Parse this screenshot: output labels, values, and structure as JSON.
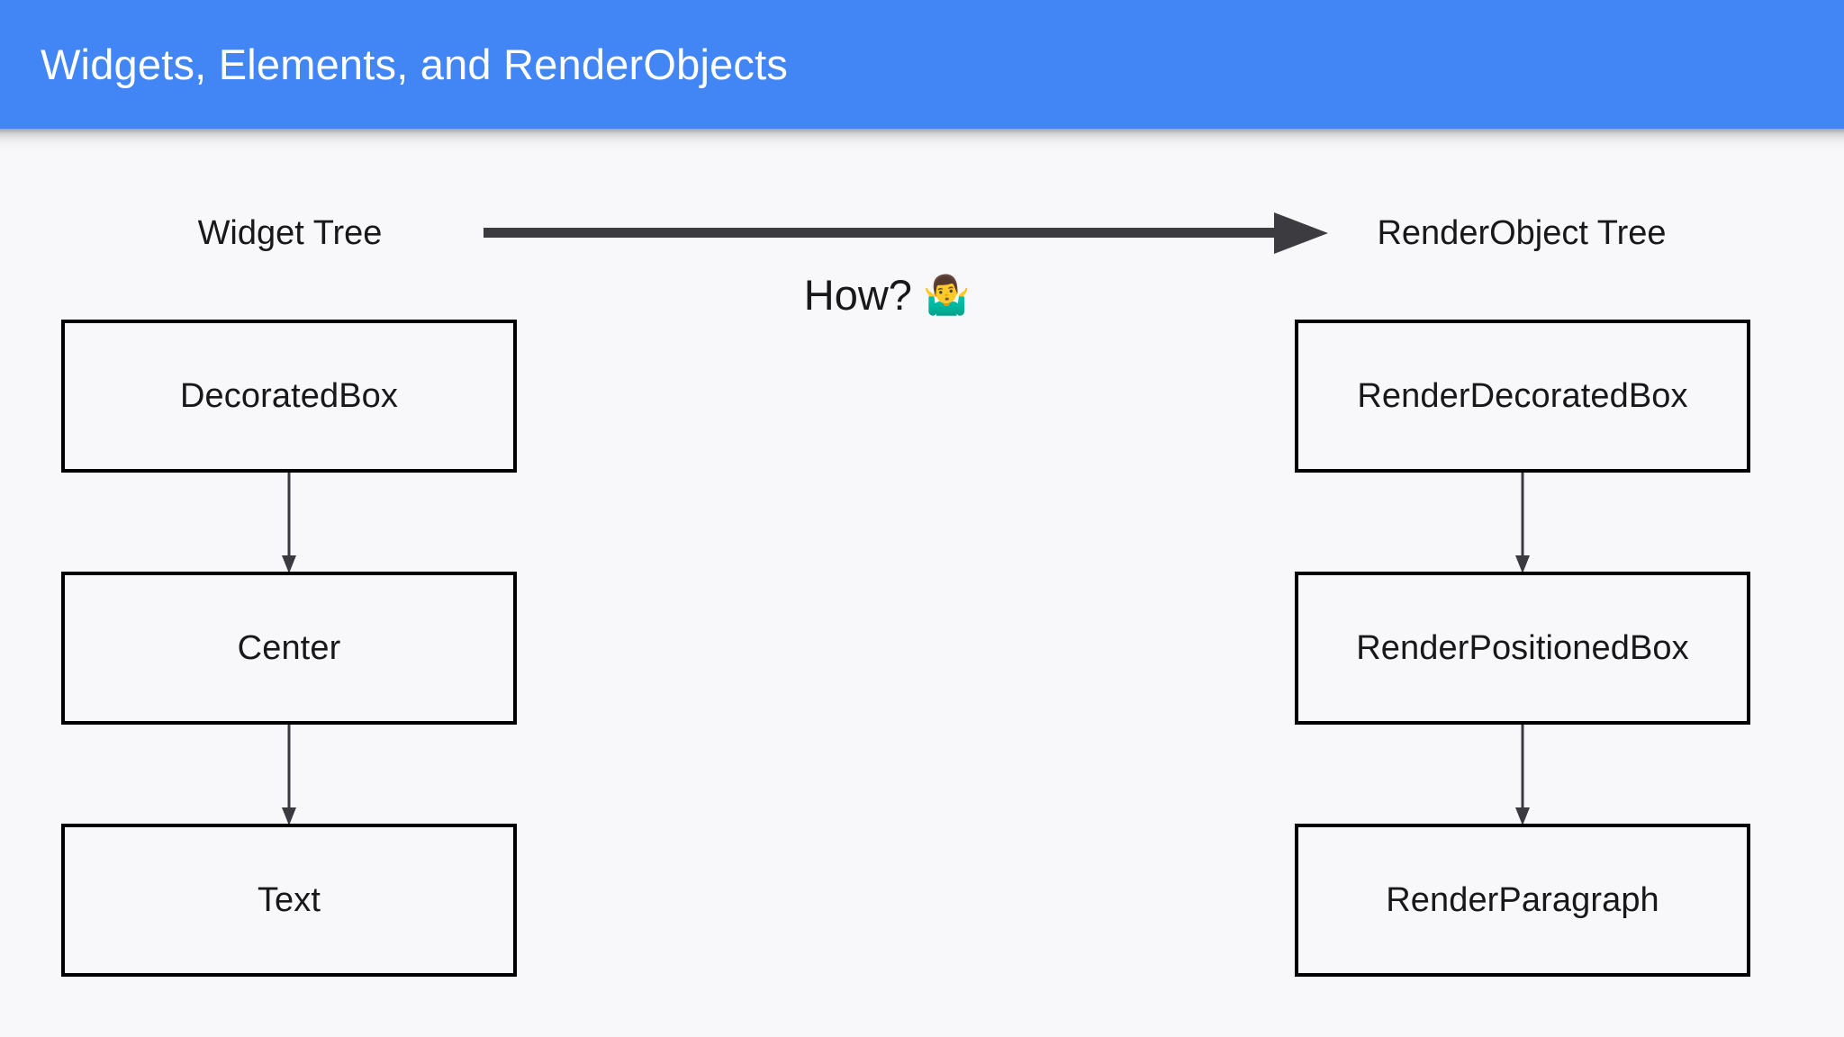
{
  "header": {
    "title": "Widgets, Elements, and RenderObjects",
    "background_color": "#4285F4",
    "text_color": "#FFFFFF"
  },
  "canvas": {
    "background_color": "#F8F7FA",
    "stroke_color": "#000000",
    "arrow_color": "#3C3C40",
    "connector_color": "#3A3A40"
  },
  "diagram": {
    "left_column": {
      "heading": "Widget Tree",
      "nodes": [
        {
          "label": "DecoratedBox"
        },
        {
          "label": "Center"
        },
        {
          "label": "Text"
        }
      ]
    },
    "right_column": {
      "heading": "RenderObject Tree",
      "nodes": [
        {
          "label": "RenderDecoratedBox"
        },
        {
          "label": "RenderPositionedBox"
        },
        {
          "label": "RenderParagraph"
        }
      ]
    },
    "transform_arrow": {
      "icon": "right-arrow-icon",
      "direction": "left-to-right",
      "from": "Widget Tree",
      "to": "RenderObject Tree"
    },
    "caption": {
      "text": "How?",
      "emoji": "🤷‍♂️",
      "emoji_name": "man-shrugging-emoji"
    },
    "connectors": [
      {
        "icon": "down-arrow-icon",
        "from": "DecoratedBox",
        "to": "Center"
      },
      {
        "icon": "down-arrow-icon",
        "from": "Center",
        "to": "Text"
      },
      {
        "icon": "down-arrow-icon",
        "from": "RenderDecoratedBox",
        "to": "RenderPositionedBox"
      },
      {
        "icon": "down-arrow-icon",
        "from": "RenderPositionedBox",
        "to": "RenderParagraph"
      }
    ]
  }
}
